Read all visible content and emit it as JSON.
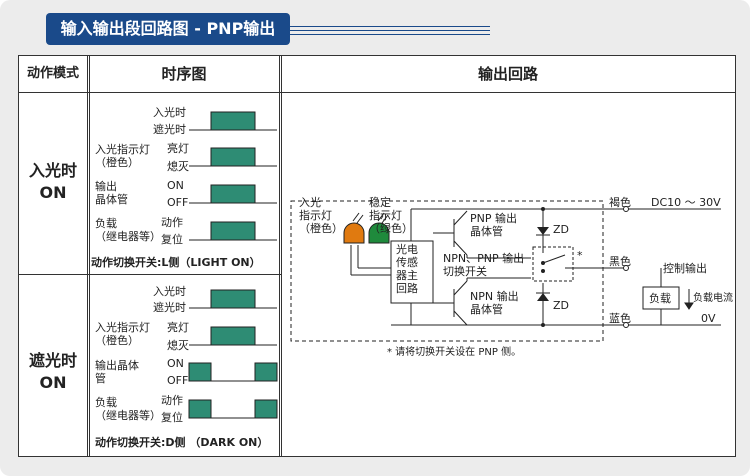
{
  "title": "输入输出段回路图 - PNP输出",
  "headers": {
    "mode": "动作模式",
    "timing": "时序图",
    "circuit": "输出回路"
  },
  "rows": [
    {
      "mode_line1": "入光时",
      "mode_line2": "ON",
      "signals": [
        {
          "label": "",
          "states": [
            "入光时",
            "遮光时"
          ]
        },
        {
          "label": "入光指示灯\n（橙色）",
          "states": [
            "亮灯",
            "熄灭"
          ]
        },
        {
          "label": "输出\n晶体管",
          "states": [
            "ON",
            "OFF"
          ]
        },
        {
          "label": "负载\n（继电器等）",
          "states": [
            "动作",
            "复位"
          ]
        }
      ],
      "switch_note": "动作切换开关:L侧（LIGHT ON）"
    },
    {
      "mode_line1": "遮光时",
      "mode_line2": "ON",
      "signals": [
        {
          "label": "",
          "states": [
            "入光时",
            "遮光时"
          ]
        },
        {
          "label": "入光指示灯\n（橙色）",
          "states": [
            "亮灯",
            "熄灭"
          ]
        },
        {
          "label": "输出晶体\n管",
          "states": [
            "ON",
            "OFF"
          ]
        },
        {
          "label": "负载\n（继电器等）",
          "states": [
            "动作",
            "复位"
          ]
        }
      ],
      "switch_note": "动作切换开关:D侧 （DARK ON）"
    }
  ],
  "circuit": {
    "lamp_in": "入光\n指示灯\n（橙色）",
    "lamp_stable": "稳定\n指示灯\n（绿色）",
    "sensor": "光电\n传感\n器主\n回路",
    "pnp": "PNP 输出\n晶体管",
    "npn": "NPN 输出\n晶体管",
    "switch": "NPN、PNP 输出\n切换开关",
    "zd": "ZD",
    "asterisk": "*",
    "brown": "褐色",
    "black": "黑色",
    "blue": "蓝色",
    "supply": "DC10 ～ 30V",
    "control": "控制输出",
    "load": "负载",
    "load_current": "负载电流",
    "zero": "0V",
    "note": "* 请将切换开关设在 PNP 侧。"
  },
  "colors": {
    "title_bg": "#1a4a8a",
    "pulse": "#2e8c74",
    "lamp_orange": "#e07a10",
    "lamp_green": "#1f8a3c"
  }
}
